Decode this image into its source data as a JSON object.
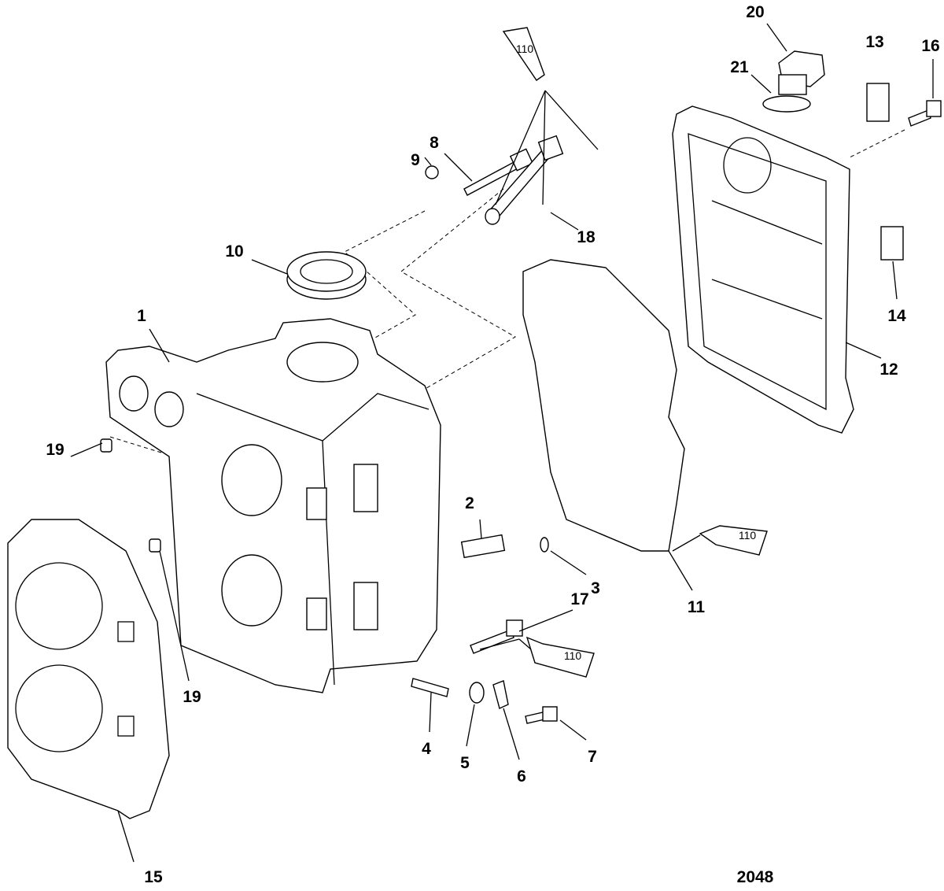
{
  "diagram": {
    "labels": {
      "p1": "1",
      "p2": "2",
      "p3": "3",
      "p4": "4",
      "p5": "5",
      "p6": "6",
      "p7": "7",
      "p8": "8",
      "p9": "9",
      "p10": "10",
      "p11": "11",
      "p12": "12",
      "p13": "13",
      "p14": "14",
      "p15": "15",
      "p16": "16",
      "p17": "17",
      "p18": "18",
      "p19a": "19",
      "p19b": "19",
      "p20": "20",
      "p21": "21"
    },
    "sealant_tubes": [
      "110",
      "110",
      "110"
    ],
    "figure_number": "2048"
  }
}
